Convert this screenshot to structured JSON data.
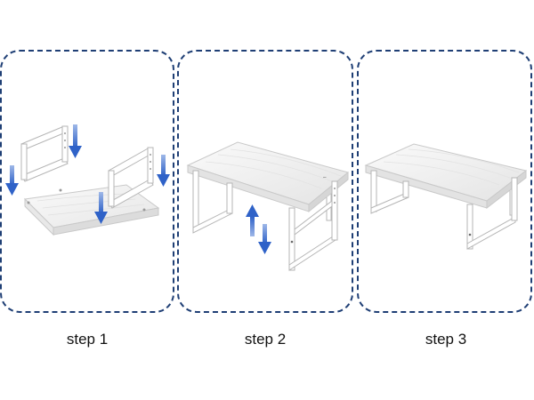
{
  "steps": [
    {
      "label": "step 1"
    },
    {
      "label": "step 2"
    },
    {
      "label": "step 3"
    }
  ],
  "colors": {
    "frame_border": "#1f3f75",
    "arrow": "#2f62c8",
    "board": "#f4f4f4",
    "board_edge": "#c9c9c9",
    "leg": "#ffffff",
    "leg_edge": "#b5b5b5"
  }
}
